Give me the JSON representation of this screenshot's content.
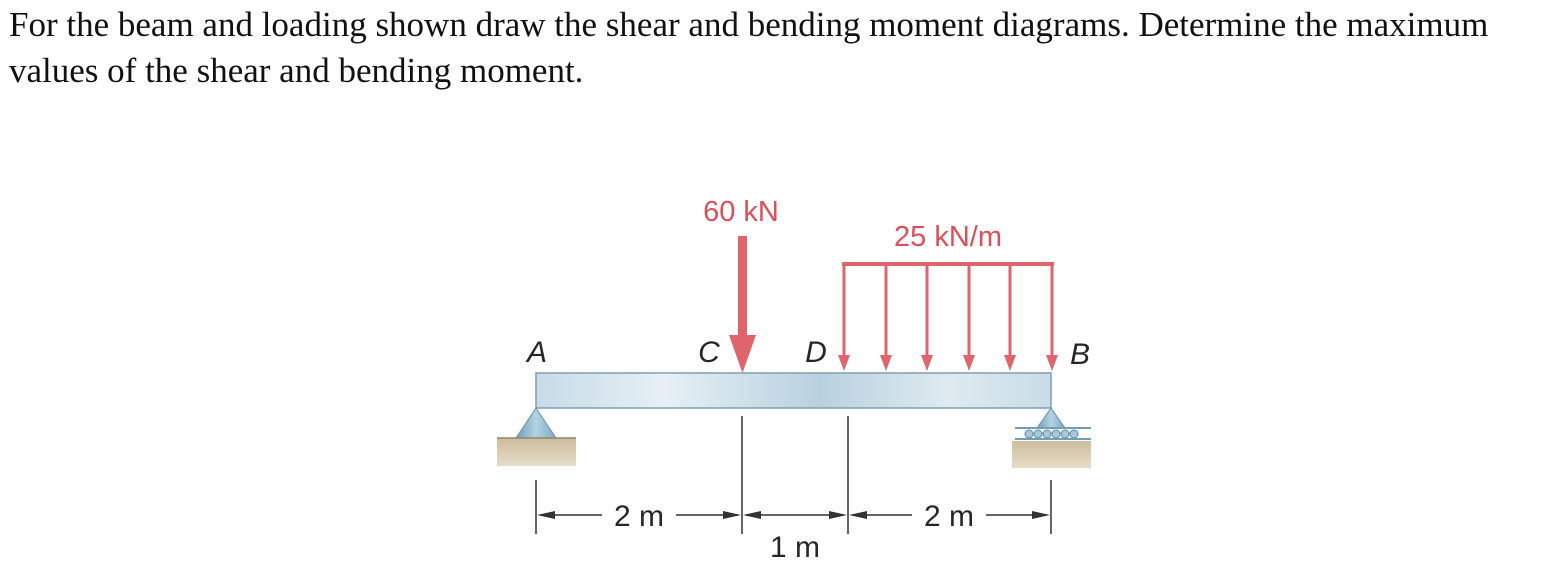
{
  "problem": {
    "text": "For the beam and loading shown draw the shear and bending moment diagrams. Determine the maximum values of the shear and bending moment."
  },
  "figure": {
    "point_load": {
      "label": "60 kN",
      "magnitude_kN": 60,
      "at_point": "C"
    },
    "distributed_load": {
      "label": "25 kN/m",
      "intensity_kN_per_m": 25,
      "from_point": "D",
      "to_point": "B"
    },
    "points": {
      "A": "A",
      "C": "C",
      "D": "D",
      "B": "B"
    },
    "dimensions": {
      "AC": {
        "label": "2 m",
        "length_m": 2
      },
      "CD": {
        "label": "1 m",
        "length_m": 1
      },
      "DB": {
        "label": "2 m",
        "length_m": 2
      }
    },
    "supports": {
      "A": "pin",
      "B": "roller"
    },
    "colors": {
      "load": "#e0646c",
      "beam_light": "#d6e6f0",
      "beam_dark": "#a9c7d6",
      "support": "#8fb6cb",
      "ground": "#d8cbb0"
    }
  }
}
